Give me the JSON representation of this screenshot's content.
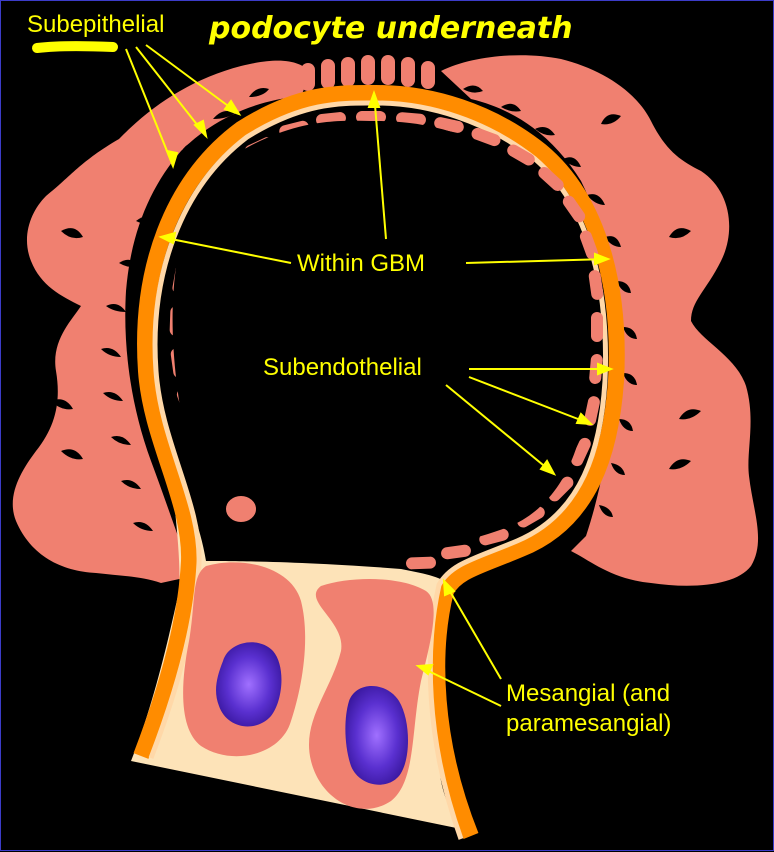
{
  "labels": {
    "subepithelial": "Subepithelial",
    "handwritten_note": "podocyte underneath",
    "within_gbm": "Within GBM",
    "subendothelial": "Subendothelial",
    "mesangial_line1": "Mesangial (and",
    "mesangial_line2": "paramesangial)"
  },
  "colors": {
    "background": "#000000",
    "podocyte": "#f08070",
    "gbm_outer": "#ff8c00",
    "gbm_inner": "#ffd8a8",
    "mesangial_matrix": "#fde3b8",
    "nucleus": "#5a2ec8",
    "label": "#ffff00",
    "border": "#3c3cc8"
  }
}
